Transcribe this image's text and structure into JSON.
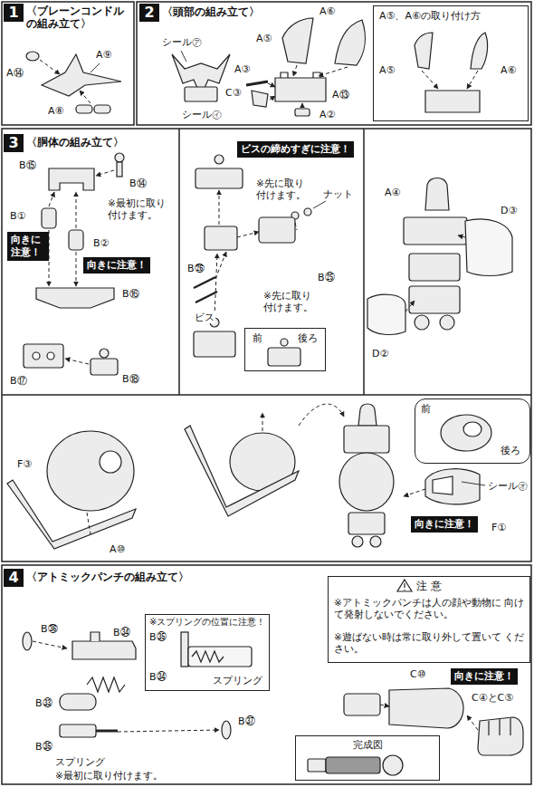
{
  "diagram": {
    "nodes": [
      {
        "text": [
          "1"
        ]
      },
      {
        "text": [
          "2"
        ]
      },
      {
        "text": [
          "A⑤、A⑥の取り付け方",
          "A⑤",
          "A⑥"
        ]
      },
      {
        "text": [
          "3"
        ]
      },
      {
        "text": [
          "向きに 注意！"
        ]
      },
      {
        "text": [
          "向きに注意！"
        ]
      },
      {
        "text": [
          "ビスの締めすぎに注意！"
        ]
      },
      {
        "text": [
          "前",
          "後ろ"
        ]
      },
      {
        "text": [
          "前",
          "後ろ"
        ]
      },
      {
        "text": [
          "向きに注意！"
        ]
      },
      {
        "text": [
          "4"
        ]
      },
      {
        "text": [
          "※スプリングの位置に注意！",
          "B㉟",
          "B㉞",
          "スプリング"
        ]
      },
      {
        "text": [
          "注 意",
          "※アトミックパンチは人の顔や動物に 向けて発射しないでください。",
          "※遊ばない時は常に取り外して置いて ください。"
        ]
      },
      {
        "text": [
          "向きに注意！"
        ]
      },
      {
        "text": [
          "完成図"
        ]
      }
    ],
    "labels": [
      "〈ブレーンコンドル の組み立て〉",
      "A⑨",
      "A⑭",
      "A⑧",
      "〈頭部の組み立て〉",
      "A⑥",
      "A⑤",
      "シール㋐",
      "A③",
      "C③",
      "A⑬",
      "A②",
      "シール㋑",
      "〈胴体の組み立て〉",
      "B⑮",
      "B⑭",
      "※最初に取り 付けます。",
      "B①",
      "B②",
      "B⑯",
      "B⑰",
      "B⑱",
      "※先に取り 付けます。",
      "ナット",
      "B㉖",
      "ビス",
      "B㉕",
      "※先に取り 付けます。",
      "A④",
      "D③",
      "D②",
      "F③",
      "A⑩",
      "シール㋔",
      "F①",
      "〈アトミックパンチの組み立て〉",
      "B㊱",
      "B㉞",
      "B㉝",
      "B㉟",
      "スプリング",
      "※最初に取り付けます。",
      "B㊲",
      "C⑩",
      "C④とC⑤"
    ]
  }
}
